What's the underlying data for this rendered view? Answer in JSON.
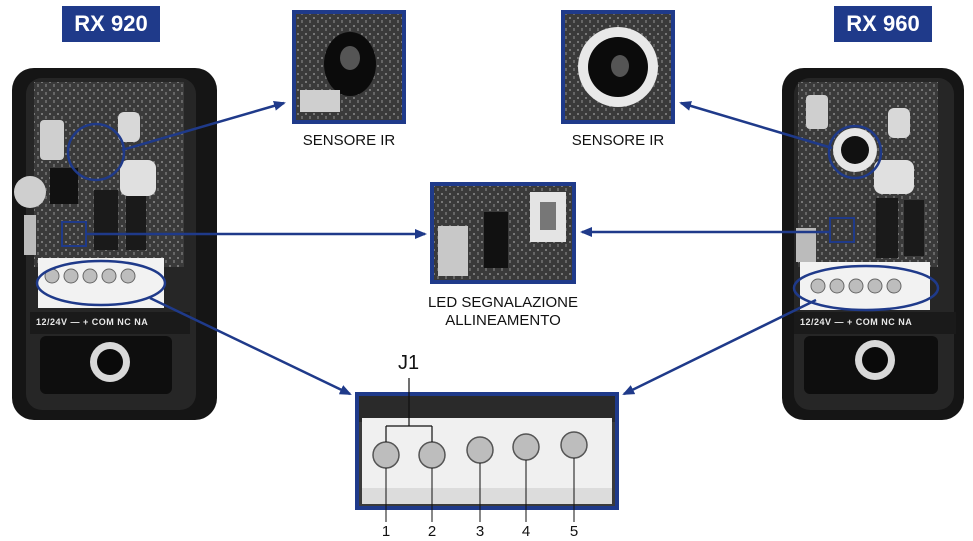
{
  "diagram": {
    "left_model": "RX 920",
    "right_model": "RX 960",
    "ir_sensor_caption_left": "SENSORE IR",
    "ir_sensor_caption_right": "SENSORE IR",
    "led_caption_line1": "LED SEGNALAZIONE",
    "led_caption_line2": "ALLINEAMENTO",
    "jumper_label": "J1",
    "terminal_numbers": [
      "1",
      "2",
      "3",
      "4",
      "5"
    ],
    "board_label_left": "12/24V  —  + COM  NC  NA",
    "board_label_right": "12/24V  —  + COM  NC  NA",
    "accent_color": "#1f3a8a"
  }
}
